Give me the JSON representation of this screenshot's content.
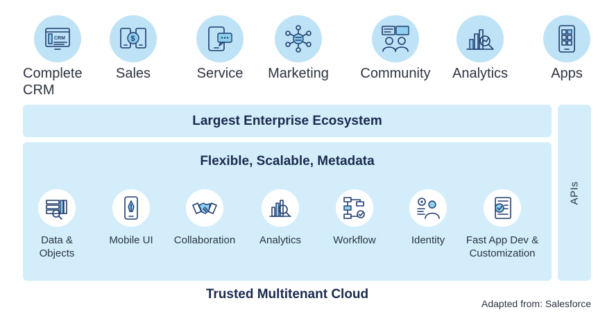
{
  "top_apps": [
    {
      "name": "Complete\nCRM",
      "icon": "crm-monitor-icon"
    },
    {
      "name": "Sales",
      "icon": "sales-devices-icon"
    },
    {
      "name": "Service",
      "icon": "service-tablet-chat-icon"
    },
    {
      "name": "Marketing",
      "icon": "marketing-network-icon"
    },
    {
      "name": "Community",
      "icon": "community-people-icon"
    },
    {
      "name": "Analytics",
      "icon": "analytics-magnifier-icon"
    },
    {
      "name": "Apps",
      "icon": "apps-phone-grid-icon"
    }
  ],
  "crm_icon_text": "CRM",
  "ecosystem_title": "Largest Enterprise Ecosystem",
  "platform_title": "Flexible, Scalable, Metadata",
  "apis_label": "APIs",
  "features": [
    {
      "name": "Data &\nObjects",
      "icon": "data-objects-icon"
    },
    {
      "name": "Mobile UI",
      "icon": "mobile-ui-icon"
    },
    {
      "name": "Collaboration",
      "icon": "handshake-icon"
    },
    {
      "name": "Analytics",
      "icon": "analytics-chart-icon"
    },
    {
      "name": "Workflow",
      "icon": "workflow-icon"
    },
    {
      "name": "Identity",
      "icon": "identity-icon"
    },
    {
      "name": "Fast App Dev &\nCustomization",
      "icon": "app-dev-icon"
    }
  ],
  "footer_title": "Trusted Multitenant Cloud",
  "source_note": "Adapted from: Salesforce",
  "colors": {
    "light_blue": "#d3eefa",
    "icon_circle": "#bfe3f6",
    "navy": "#1b2a4e"
  }
}
